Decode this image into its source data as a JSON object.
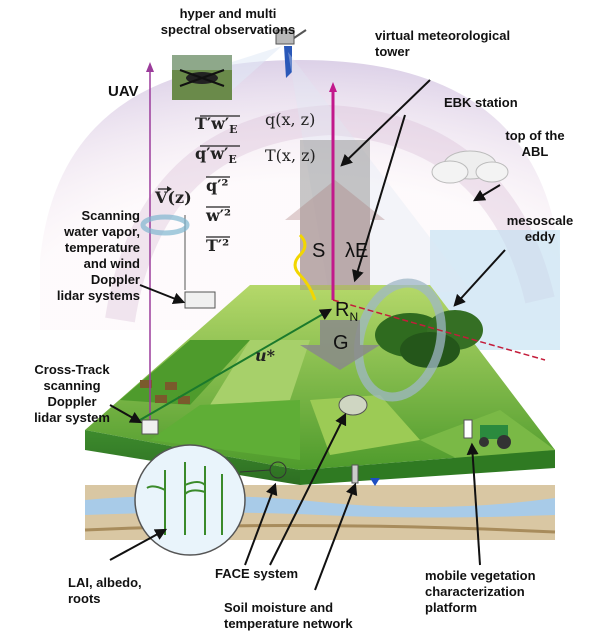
{
  "labels": {
    "hyper": "hyper and multi\nspectral observations",
    "virtual_tower": "virtual meteorological\ntower",
    "uav": "UAV",
    "ebk": "EBK station",
    "abl": "top of the\nABL",
    "mesoscale": "mesoscale\neddy",
    "scanning": "Scanning\nwater vapor,\ntemperature\nand wind\nDoppler\nlidar systems",
    "cross_track": "Cross-Track\nscanning\nDoppler\nlidar system",
    "lai": "LAI, albedo,\nroots",
    "face": "FACE system",
    "soil": "Soil moisture and\ntemperature network",
    "mobile": "mobile vegetation\ncharacterization\nplatform"
  },
  "symbols": {
    "tw": "T′w′",
    "qw": "q′w′",
    "q2": "q′²",
    "w2": "w′²",
    "t2": "T′²",
    "sub_e": "E",
    "qxz": "q(x, z)",
    "txz": "T(x, z)",
    "vz": "V(z)",
    "s": "S",
    "le": "λE",
    "rn": "R",
    "rn_sub": "N",
    "g": "G",
    "ustar": "u*"
  },
  "colors": {
    "field_light": "#8bc34a",
    "field_dark": "#3f8f2a",
    "sky_arc": "#c9a6c9",
    "tower": "#c2188b",
    "soil": "#d8c8a8",
    "water": "#9fc4e6"
  }
}
